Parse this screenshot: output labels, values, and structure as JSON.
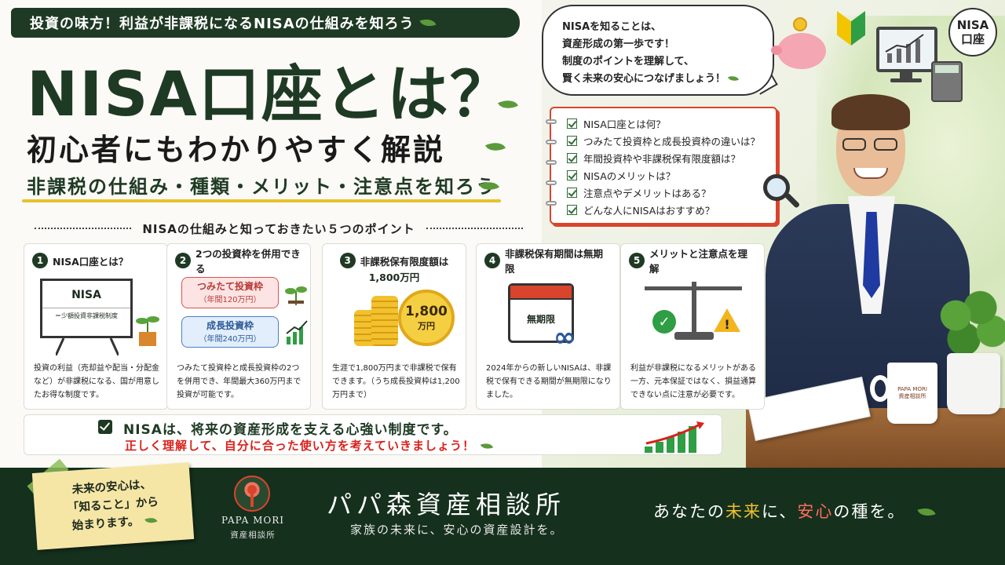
{
  "header": {
    "banner": "投資の味方！利益が非課税になるNISAの仕組みを知ろう",
    "title": "NISA口座とは？",
    "subtitle": "初心者にもわかりやすく解説",
    "subtitle2": "非課税の仕組み・種類・メリット・注意点を知ろう"
  },
  "bubble": {
    "line1": "NISAを知ることは、",
    "line2": "資産形成の第一歩です！",
    "line3": "制度のポイントを理解して、",
    "line4": "賢く未来の安心につなげましょう！"
  },
  "badge": {
    "line1": "NISA",
    "line2": "口座"
  },
  "checklist": [
    "NISA口座とは何？",
    "つみたて投資枠と成長投資枠の違いは？",
    "年間投資枠や非課税保有限度額は？",
    "NISAのメリットは？",
    "注意点やデメリットはある？",
    "どんな人にNISAはおすすめ？"
  ],
  "section_heading": "NISAの仕組みと知っておきたい５つのポイント",
  "points": [
    {
      "num": "1",
      "title": "NISA口座とは？",
      "board_title": "NISA",
      "board_sub": "＝少額投資非課税制度",
      "text": "投資の利益（売却益や配当・分配金など）が非課税になる、国が用意したお得な制度です。"
    },
    {
      "num": "2",
      "title": "2つの投資枠を併用できる",
      "pill1": "つみたて投資枠",
      "pill1_sub": "（年間120万円）",
      "pill2": "成長投資枠",
      "pill2_sub": "（年間240万円）",
      "text": "つみたて投資枠と成長投資枠の2つを併用でき、年間最大360万円まで投資が可能です。"
    },
    {
      "num": "3",
      "title": "非課税保有限度額は",
      "title2": "1,800万円",
      "coin_value": "1,800",
      "coin_unit": "万円",
      "text": "生涯で1,800万円まで非課税で保有できます。（うち成長投資枠は1,200万円まで）"
    },
    {
      "num": "4",
      "title": "非課税保有期間は無期限",
      "calendar": "無期限",
      "infinity": "∞",
      "text": "2024年からの新しいNISAは、非課税で保有できる期間が無期限になりました。"
    },
    {
      "num": "5",
      "title": "メリットと注意点を理解",
      "text": "利益が非課税になるメリットがある一方、元本保証ではなく、損益通算できない点に注意が必要です。"
    }
  ],
  "conclusion": {
    "line1": "NISAは、将来の資産形成を支える心強い制度です。",
    "line2": "正しく理解して、自分に合った使い方を考えていきましょう！"
  },
  "mug": {
    "line1": "PAPA MORI",
    "line2": "資産相談所"
  },
  "footer": {
    "sticky_line1": "未来の安心は、",
    "sticky_line2": "「知ること」から",
    "sticky_line3": "始まります。",
    "logo_en": "PAPA MORI",
    "logo_ja": "資産相談所",
    "brand": "パパ森資産相談所",
    "brand_sub": "家族の未来に、安心の資産設計を。",
    "tagline_pre": "あなたの",
    "tagline_future": "未来",
    "tagline_mid": "に、",
    "tagline_anshin": "安心",
    "tagline_post": "の種を。"
  },
  "colors": {
    "brand_green": "#1f3a24",
    "accent_red": "#d9221c",
    "accent_yellow": "#e8c22e"
  }
}
